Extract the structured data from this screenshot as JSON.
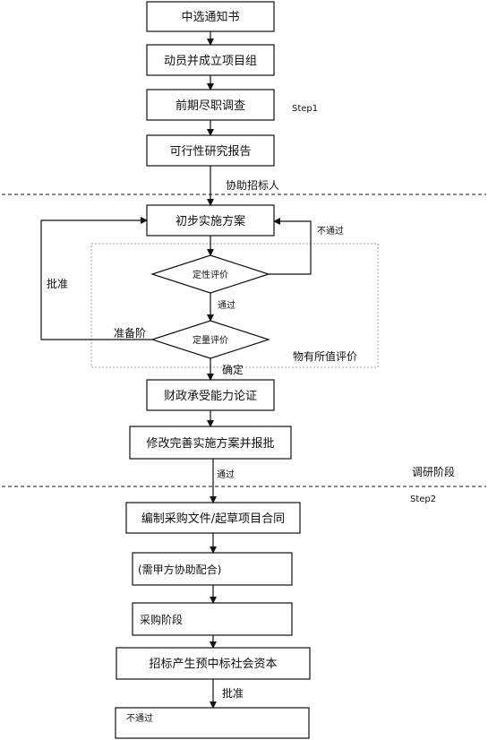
{
  "boxes": {
    "b1": "中选通知书",
    "b2": "动员并成立项目组",
    "b3": "前期尽职调查",
    "b4": "可行性研究报告",
    "b5": "初步实施方案",
    "b6": "财政承受能力论证",
    "b7": "修改完善实施方案并报批",
    "b8": "编制采购文件/起草项目合同",
    "b9": "(需甲方协助配合)",
    "b10": "采购阶段",
    "b11": "招标产生预中标社会资本",
    "b12": "不通过"
  },
  "diamonds": {
    "d1": "定性评价",
    "d2": "定量评价"
  },
  "labels": {
    "step1": "Step1",
    "assist": "协助招标人",
    "fail": "不通过",
    "approve_side": "批准",
    "pass1": "通过",
    "prep": "准备阶",
    "value_eval": "物有所值评价",
    "confirm": "确定",
    "pass2": "通过",
    "research": "调研阶段",
    "step2": "Step2",
    "approve_bottom": "批准"
  }
}
